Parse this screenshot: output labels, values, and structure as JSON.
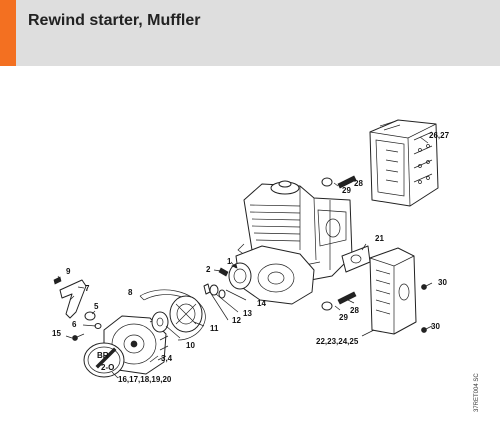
{
  "header": {
    "title": "Rewind starter, Muffler",
    "accent_color": "#f37021",
    "band_color": "#dedede"
  },
  "labels": {
    "l1": "1",
    "l2": "2",
    "l3": "3,4",
    "l5": "5",
    "l6": "6",
    "l7": "7",
    "l8": "8",
    "l9": "9",
    "l10": "10",
    "l11": "11",
    "l12": "12",
    "l13": "13",
    "l14": "14",
    "l15": "15",
    "l16": "16,17,18,19,20",
    "l21": "21",
    "l22": "22,23,24,25",
    "l26": "26,27",
    "l28a": "28",
    "l28b": "28",
    "l29a": "29",
    "l29b": "29",
    "l30a": "30",
    "l30b": "30"
  },
  "cover_text": {
    "top": "BR",
    "bottom": "2-O"
  },
  "drawing_code": "37RET004 SC"
}
